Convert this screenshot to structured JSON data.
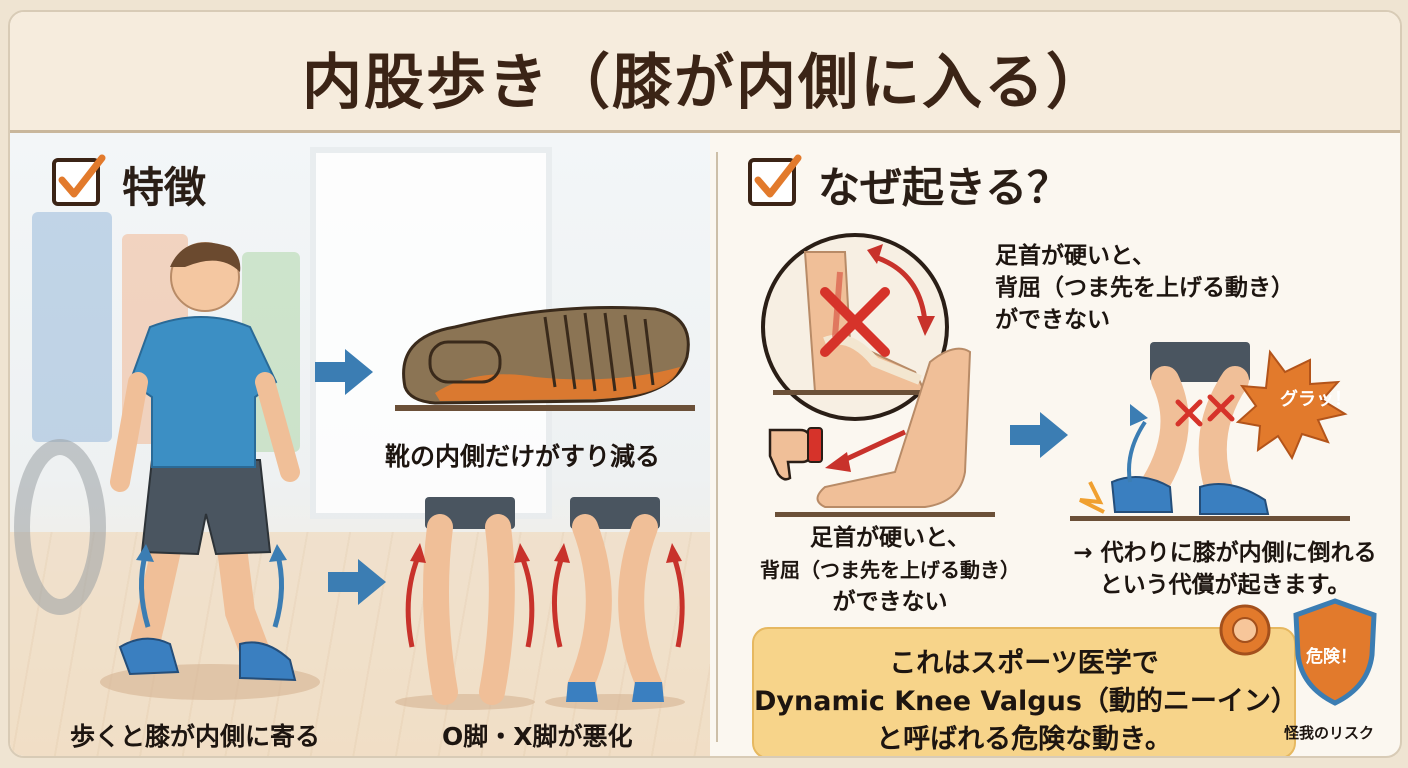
{
  "title": "内股歩き（膝が内側に入る）",
  "features": {
    "heading": "特徴",
    "captions": {
      "walking": "歩くと膝が内側に寄る",
      "shoe": "靴の内側だけがすり減る",
      "legs": "O脚・X脚が悪化"
    }
  },
  "causes": {
    "heading": "なぜ起きる？",
    "stiff_ankle_top": [
      "足首が硬いと、",
      "背屈（つま先を上げる動き）",
      "ができない"
    ],
    "stiff_ankle_bottom": [
      "足首が硬いと、",
      "背屈（つま先を上げる動き）",
      "ができない"
    ],
    "compensation": [
      "→ 代わりに膝が内側に倒れる",
      "という代償が起きます。"
    ],
    "wobble_label": "グラッ！"
  },
  "callout": {
    "lines": [
      "これはスポーツ医学で",
      "Dynamic Knee Valgus（動的ニーイン）",
      "と呼ばれる危険な動き。"
    ]
  },
  "risk": {
    "badge": "危険！",
    "label": "怪我のリスク"
  },
  "colors": {
    "accent_orange": "#e27a2c",
    "arrow_blue": "#3b7db3",
    "arrow_red": "#c8322b",
    "shirt_blue": "#3c8fc4",
    "callout_bg": "#f7d48a"
  }
}
